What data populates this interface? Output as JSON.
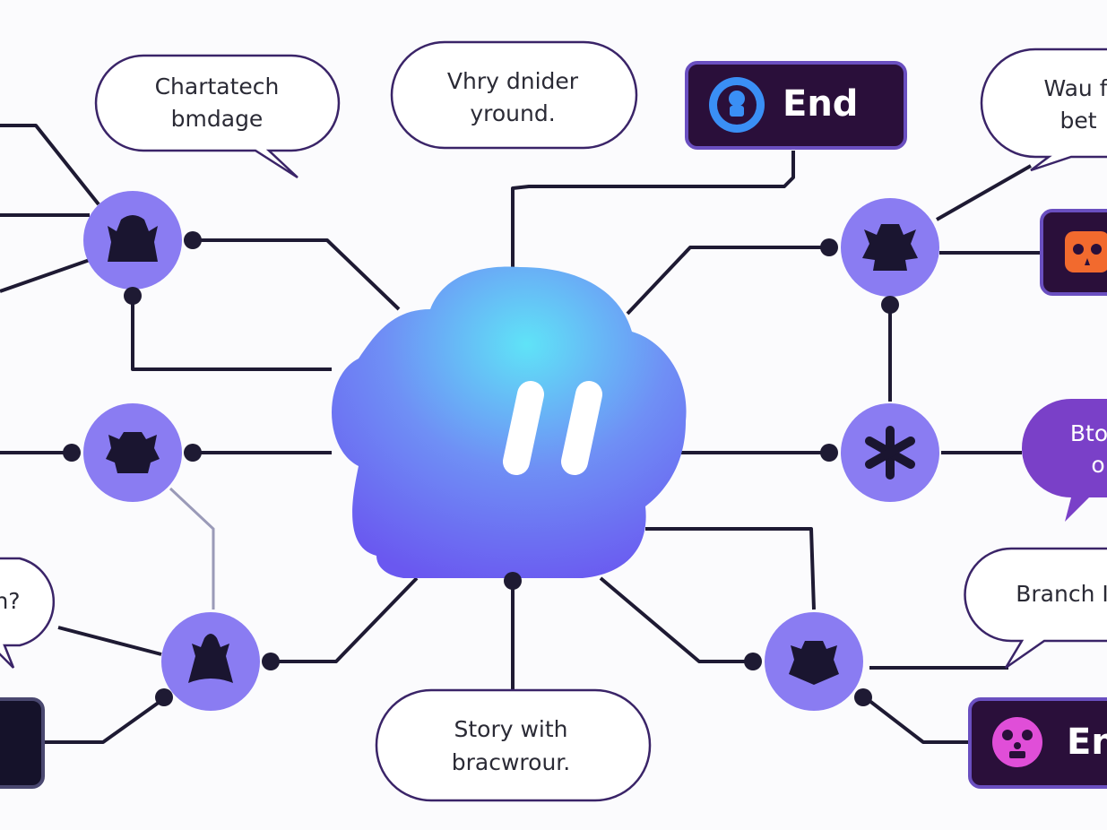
{
  "title": "Story branching diagram",
  "bubbles": {
    "top_left": {
      "line1": "Chartatech",
      "line2": "bmdage"
    },
    "top_center": {
      "line1": "Vhry dnider",
      "line2": "yround."
    },
    "top_right": {
      "line1": "Wau f",
      "line2": "bet"
    },
    "right_purple": {
      "line1": "Bto",
      "line2": "o"
    },
    "right_branch": {
      "line1": "Branch I"
    },
    "left_mid": {
      "line1": "n?"
    },
    "bottom_center": {
      "line1": "Story with",
      "line2": "bracwrour."
    }
  },
  "end_nodes": {
    "top": {
      "label": "End",
      "icon": "face-icon"
    },
    "bottom_right": {
      "label": "En",
      "icon": "skull-icon"
    },
    "right_skull": {
      "icon": "skull-icon"
    }
  },
  "central_hub": {
    "icon": "quote-icon"
  },
  "colors": {
    "node": "#8a7cf2",
    "line": "#1e1a33",
    "end_box": "#2a0f3a",
    "accent_purple": "#7a40c8",
    "hub_center": "#5fe3f7",
    "hub_edge": "#6a58f0"
  }
}
